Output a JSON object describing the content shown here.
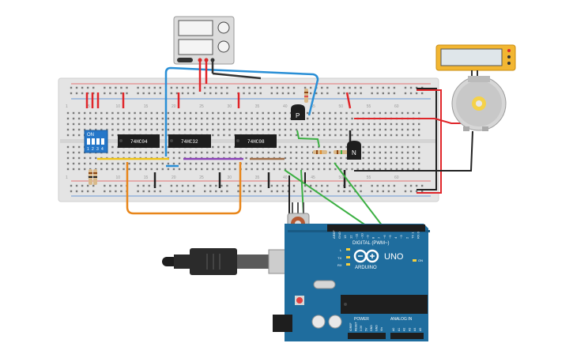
{
  "chips": {
    "chip1": "74HC04",
    "chip2": "74HC32",
    "chip3": "74HC08"
  },
  "dip_switch": {
    "on_label": "ON",
    "numbers": [
      "1",
      "2",
      "3",
      "4"
    ]
  },
  "transistors": {
    "pnp": "P",
    "npn": "N"
  },
  "breadboard": {
    "col_labels": [
      "1",
      "5",
      "10",
      "15",
      "20",
      "25",
      "30",
      "35",
      "40",
      "45",
      "50",
      "55",
      "60"
    ]
  },
  "arduino": {
    "brand": "ARDUINO",
    "model": "UNO",
    "digital_label": "DIGITAL (PWM~)",
    "power_label": "POWER",
    "analog_label": "ANALOG IN",
    "aref": "AREF",
    "gnd": "GND",
    "digital_pins": [
      "13",
      "12",
      "~11",
      "~10",
      "~9",
      "8",
      "7",
      "~6",
      "~5",
      "4",
      "~3",
      "2",
      "TX 1",
      "RX 0"
    ],
    "power_pins": [
      "IOREF",
      "RESET",
      "3.3V",
      "5V",
      "GND",
      "GND",
      "Vin"
    ],
    "analog_pins": [
      "A0",
      "A1",
      "A2",
      "A3",
      "A4",
      "A5"
    ],
    "leds": [
      "L",
      "TX",
      "RX"
    ],
    "on_led": "ON"
  },
  "colors": {
    "breadboard": "#e4e4e4",
    "arduino": "#1f6d9e",
    "wire_red": "#e0262a",
    "wire_black": "#222222",
    "wire_blue": "#2a8fd6",
    "wire_green": "#3cb043",
    "wire_orange": "#e8861a",
    "wire_yellow": "#f0c419",
    "wire_purple": "#8b44b8",
    "wire_brown": "#a0704a",
    "multimeter": "#f2b632"
  }
}
